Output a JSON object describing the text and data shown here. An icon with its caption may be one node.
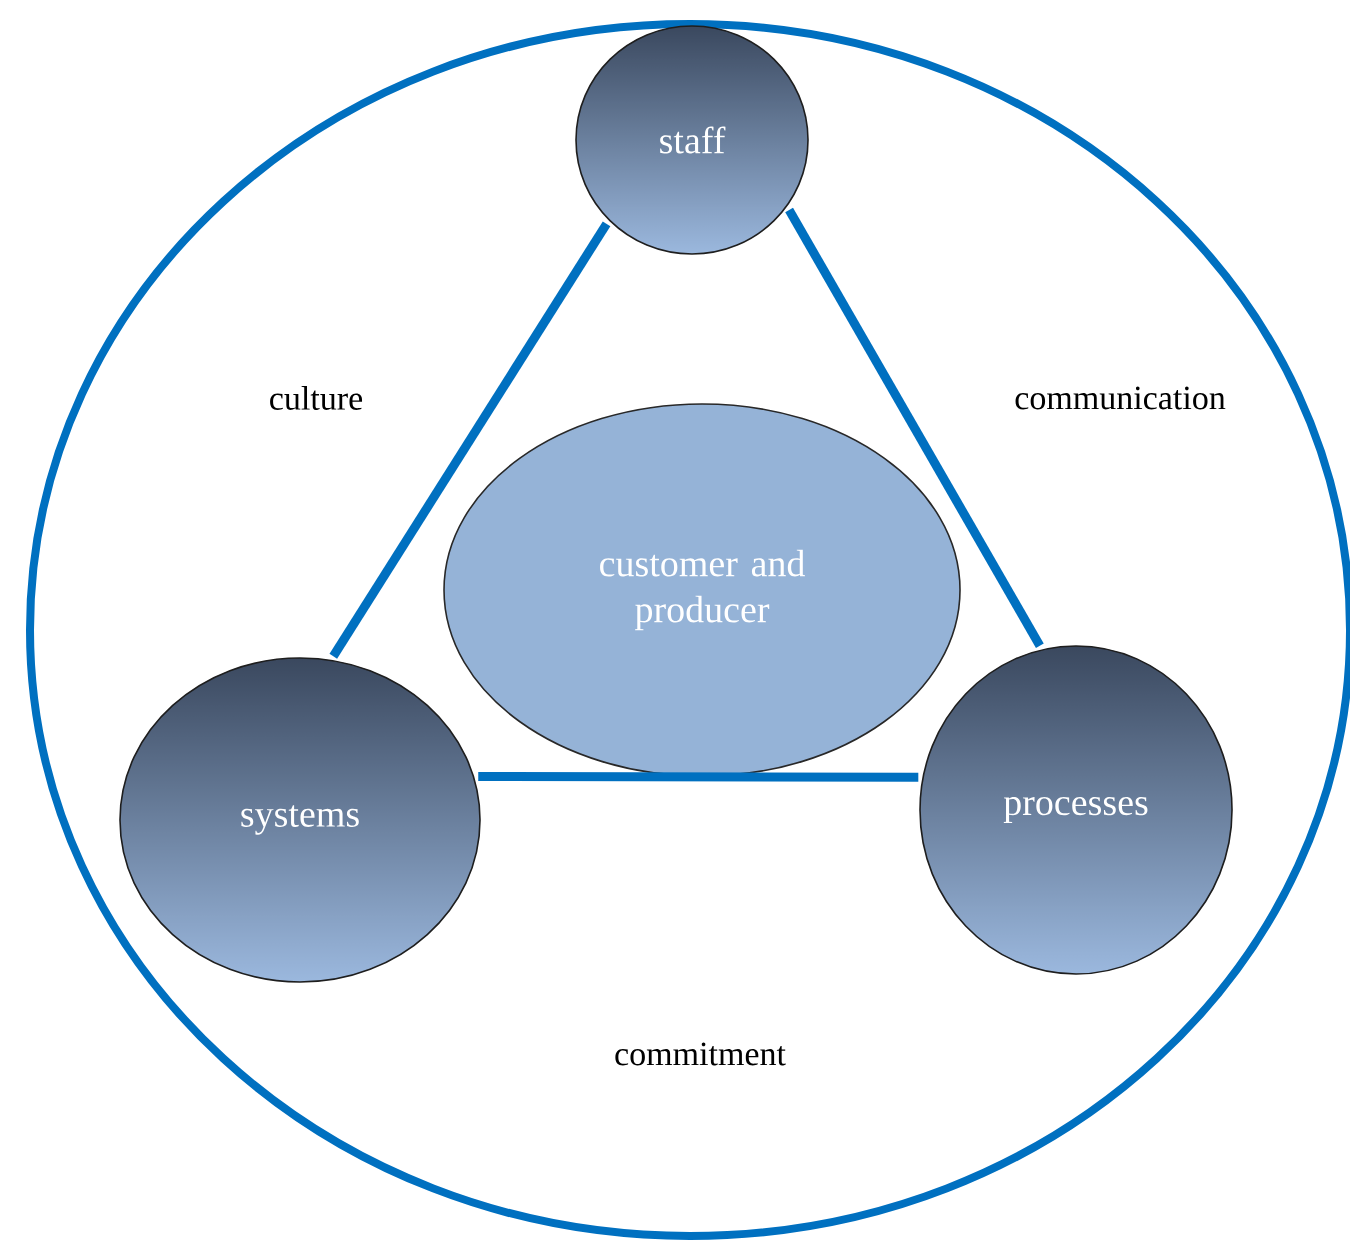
{
  "diagram": {
    "nodes": [
      {
        "text": [],
        "shape": "circle"
      },
      {
        "text": [
          "staff"
        ],
        "in": 0
      },
      {
        "text": [
          "customer and producer"
        ],
        "in": 0
      },
      {
        "text": [
          "systems"
        ],
        "in": 0
      },
      {
        "text": [
          "processes"
        ],
        "in": 0
      }
    ],
    "edges": [
      {
        "from": 1,
        "to": 3,
        "arrow": "none"
      },
      {
        "from": 1,
        "to": 4,
        "arrow": "none"
      },
      {
        "from": 3,
        "to": 4,
        "arrow": "none"
      }
    ],
    "labels": [
      "culture",
      "communication",
      "commitment"
    ]
  }
}
